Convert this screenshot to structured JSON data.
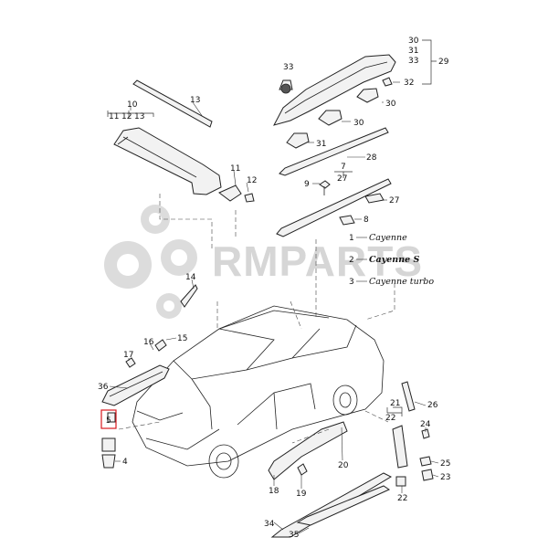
{
  "watermark": {
    "text": "RMPARTS"
  },
  "callouts": {
    "n1": "1",
    "n2": "2",
    "n3": "3",
    "n4": "4",
    "n5": "5",
    "n7": "7",
    "n8": "8",
    "n9": "9",
    "n10": "10",
    "n11_top": "11",
    "n12_top": "12",
    "n13_top": "13",
    "n13_right": "13",
    "n11_side": "11",
    "n12_side": "12",
    "n14": "14",
    "n15": "15",
    "n16": "16",
    "n17": "17",
    "n18": "18",
    "n19": "19",
    "n20": "20",
    "n21": "21",
    "n22_top": "22",
    "n22_bot": "22",
    "n23": "23",
    "n24": "24",
    "n25": "25",
    "n26": "26",
    "n27_group": "27",
    "n27": "27",
    "n28": "28",
    "n29": "29",
    "n30_top": "30",
    "n31_top": "31",
    "n33_top": "33",
    "n30_a": "30",
    "n30_b": "30",
    "n31": "31",
    "n32": "32",
    "n33": "33",
    "n34": "34",
    "n35": "35",
    "n36": "36"
  },
  "badges": {
    "b1": "Cayenne",
    "b2": "Cayenne S",
    "b3": "Cayenne turbo"
  },
  "colors": {
    "highlight": "#d8191f",
    "watermark": "#d6d6d6",
    "line": "#222222"
  }
}
